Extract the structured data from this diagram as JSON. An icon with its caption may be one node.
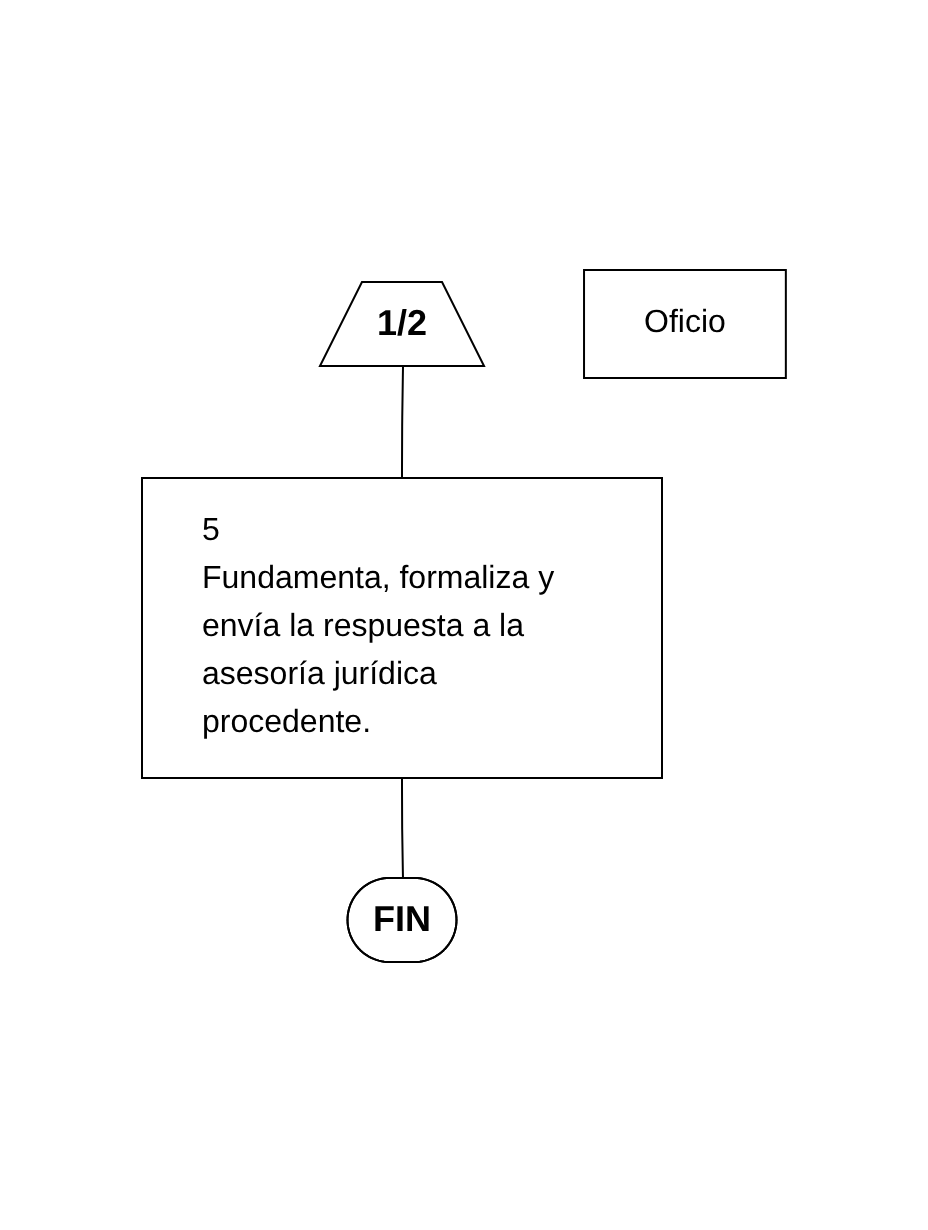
{
  "diagram": {
    "nodes": [
      {
        "text": [
          "1/2"
        ]
      },
      {
        "text": [
          "5",
          "Fundamenta, formaliza y envía la respuesta a la asesoría jurídica procedente."
        ]
      },
      {
        "text": [
          "Oficio"
        ]
      },
      {
        "text": [
          "FIN"
        ]
      }
    ],
    "edges": [
      {
        "from": 0,
        "to": 1,
        "arrow": "none"
      },
      {
        "from": 1,
        "to": 3,
        "arrow": "none"
      }
    ]
  }
}
